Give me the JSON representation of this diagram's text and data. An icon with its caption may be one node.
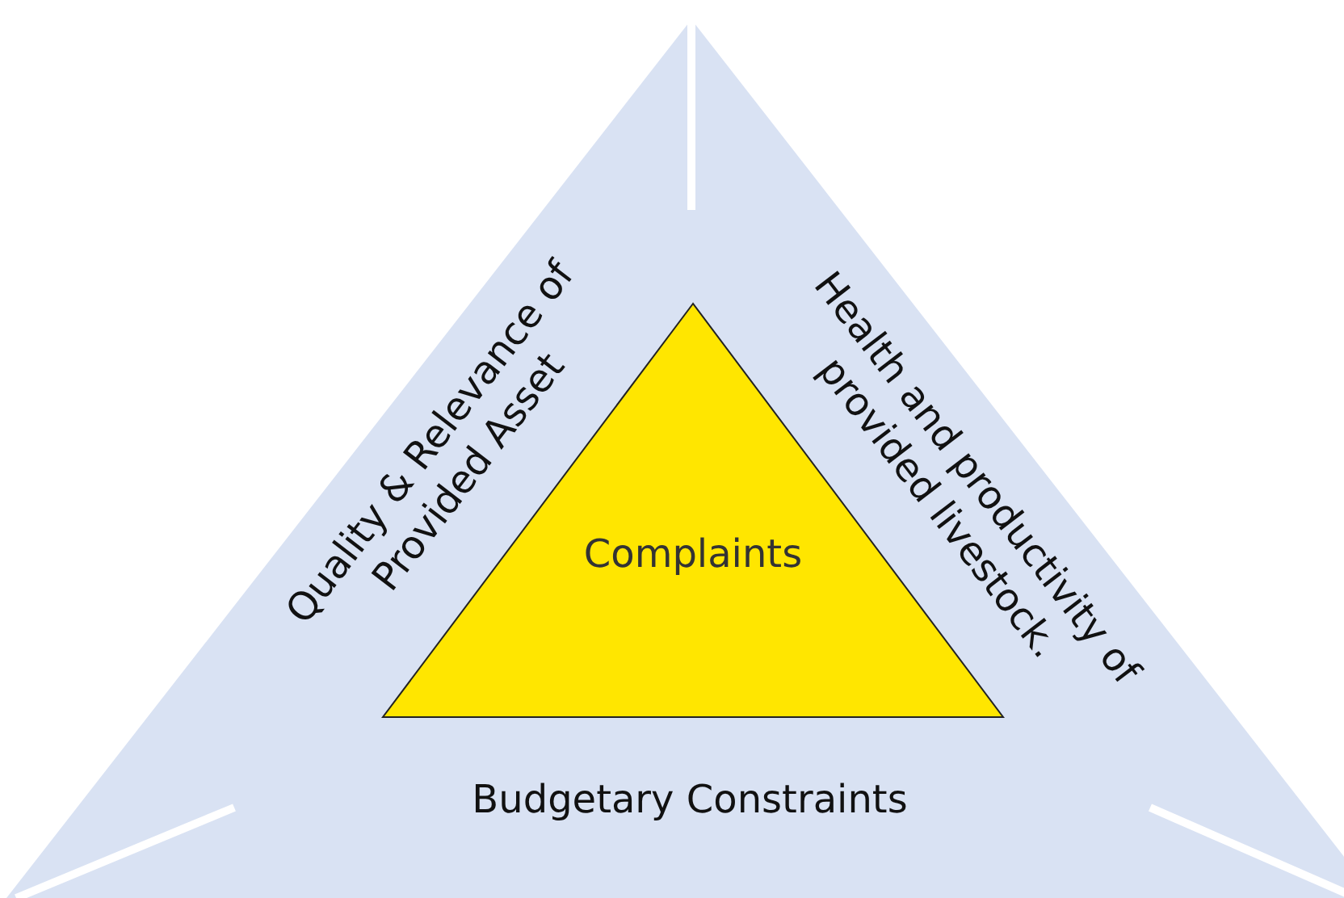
{
  "diagram": {
    "nodes": [
      {
        "text": [],
        "shape": "triangle"
      },
      {
        "text": [
          "Complaints"
        ],
        "in": 0
      }
    ],
    "labels": [
      "Quality & Relevance of Provided Asset",
      "Health and productivity of provided livestock.",
      "Budgetary Constraints"
    ]
  }
}
